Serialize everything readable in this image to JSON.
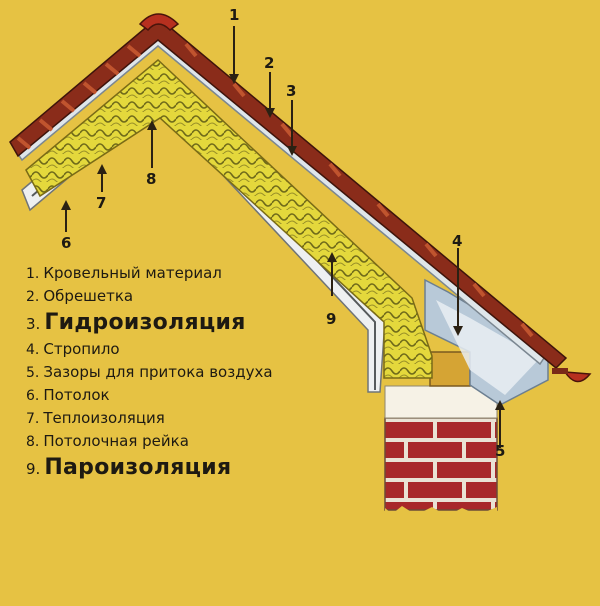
{
  "legend": {
    "items": [
      {
        "num": "1.",
        "text": "Кровельный материал"
      },
      {
        "num": "2.",
        "text": "Обрешетка"
      },
      {
        "num": "3.",
        "text": "Гидроизоляция"
      },
      {
        "num": "4.",
        "text": "Стропило"
      },
      {
        "num": "5.",
        "text": "Зазоры для притока воздуха"
      },
      {
        "num": "6.",
        "text": "Потолок"
      },
      {
        "num": "7.",
        "text": "Теплоизоляция"
      },
      {
        "num": "8.",
        "text": "Потолочная рейка"
      },
      {
        "num": "9.",
        "text": "Пароизоляция"
      }
    ]
  },
  "callouts": {
    "c1": "1",
    "c2": "2",
    "c3": "3",
    "c4": "4",
    "c5": "5",
    "c6": "6",
    "c7": "7",
    "c8": "8",
    "c9": "9"
  },
  "colors": {
    "background": "#e6c243",
    "insulation": "#e2d63a",
    "roofing": "#8a2c1a",
    "membrane": "#dfe6ea",
    "brick": "#a8282a",
    "mortar": "#e9e2d4",
    "plaster": "#f6f2e6",
    "gutter": "#b7301f"
  }
}
